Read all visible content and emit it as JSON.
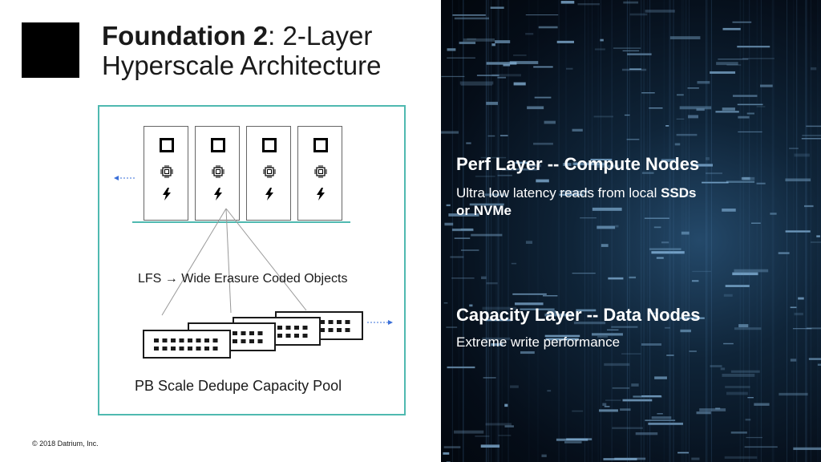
{
  "slide": {
    "title_bold": "Foundation 2",
    "title_rest": ": 2-Layer Hyperscale Architecture",
    "copyright": "© 2018 Datrium, Inc."
  },
  "diagram": {
    "compute_nodes": [
      {
        "icons": [
          "square-icon",
          "cpu-icon",
          "bolt-icon"
        ]
      },
      {
        "icons": [
          "square-icon",
          "cpu-icon",
          "bolt-icon"
        ]
      },
      {
        "icons": [
          "square-icon",
          "cpu-icon",
          "bolt-icon"
        ]
      },
      {
        "icons": [
          "square-icon",
          "cpu-icon",
          "bolt-icon"
        ]
      }
    ],
    "flow_label": "LFS  →  Wide Erasure Coded Objects",
    "pool_label": "PB Scale Dedupe Capacity Pool",
    "accent_color": "#4fb9b0",
    "arrow_color": "#3a6fd8"
  },
  "right": {
    "perf_heading": "Perf Layer -- Compute Nodes",
    "perf_text_regular": "Ultra low latency reads from local ",
    "perf_text_bold_1": "SSDs",
    "perf_text_bold_2": "or NVMe",
    "capacity_heading": "Capacity Layer -- Data Nodes",
    "capacity_text": "Extreme write performance"
  }
}
